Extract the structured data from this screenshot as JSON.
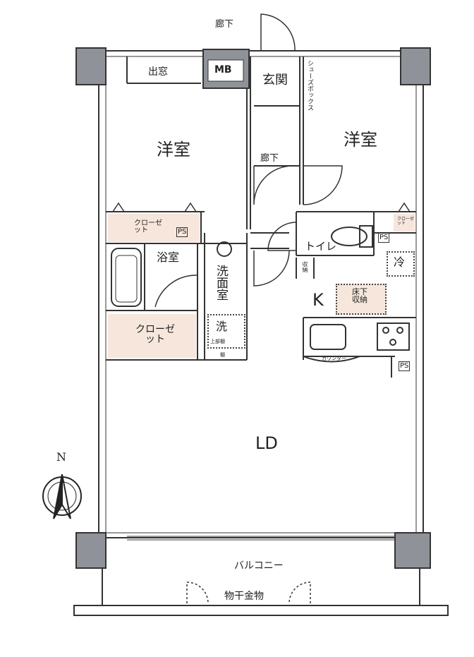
{
  "labels": {
    "corridor_top": "廊下",
    "bay_window": "出窓",
    "mb": "MB",
    "entrance": "玄関",
    "shoe_box": "シューズボックス",
    "western_room_left": "洋室",
    "western_room_right": "洋室",
    "corridor_mid": "廊下",
    "closet_left_top": "クローゼット",
    "closet_left_bottom": "クローゼット",
    "closet_right": "クローゼット",
    "ps_1": "PS",
    "ps_2": "PS",
    "ps_3": "PS",
    "bathroom": "浴室",
    "washroom": "洗面室",
    "washer": "洗",
    "upper_shelf": "上部棚",
    "shelf": "棚",
    "toilet": "トイレ",
    "storage": "収納",
    "fridge": "冷",
    "underfloor_storage": "床下収納",
    "kitchen": "K",
    "counter": "カウンター",
    "living_dining": "LD",
    "balcony": "バルコニー",
    "drying_hardware": "物干金物",
    "north": "N"
  },
  "colors": {
    "wall": "#8f9399",
    "closet": "#f6e6dc",
    "line": "#333333"
  }
}
